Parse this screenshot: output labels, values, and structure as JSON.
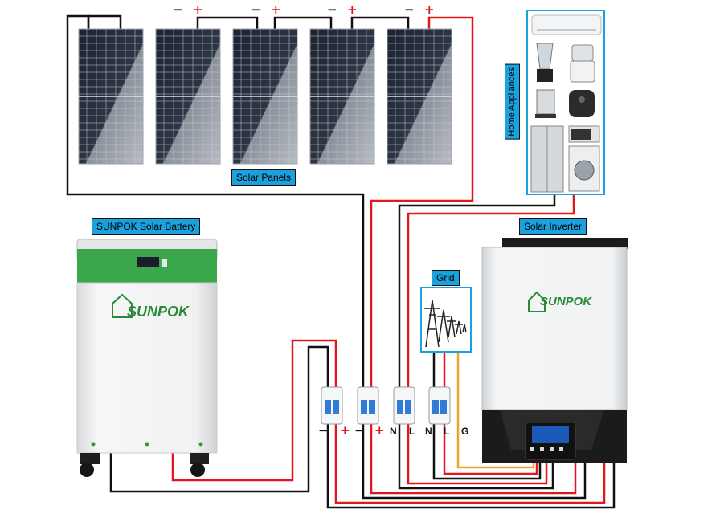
{
  "labels": {
    "solar_panels": "Solar Panels",
    "battery": "SUNPOK Solar Battery",
    "inverter": "Solar Inverter",
    "grid": "Grid",
    "appliances": "Home Appliances"
  },
  "brand": {
    "battery_logo": "SUNPOK",
    "inverter_logo": "SUNPOK"
  },
  "panel_signs": {
    "minus": "−",
    "plus": "+"
  },
  "breaker_terms": {
    "minus": "−",
    "plus": "+",
    "n": "N",
    "l": "L",
    "g": "G"
  },
  "colors": {
    "label_bg": "#1ba1de",
    "wire_red": "#e4161b",
    "wire_black": "#111111",
    "wire_orange": "#f0a32a",
    "battery_green": "#3aa84a",
    "brand_green": "#2a8a3a"
  }
}
